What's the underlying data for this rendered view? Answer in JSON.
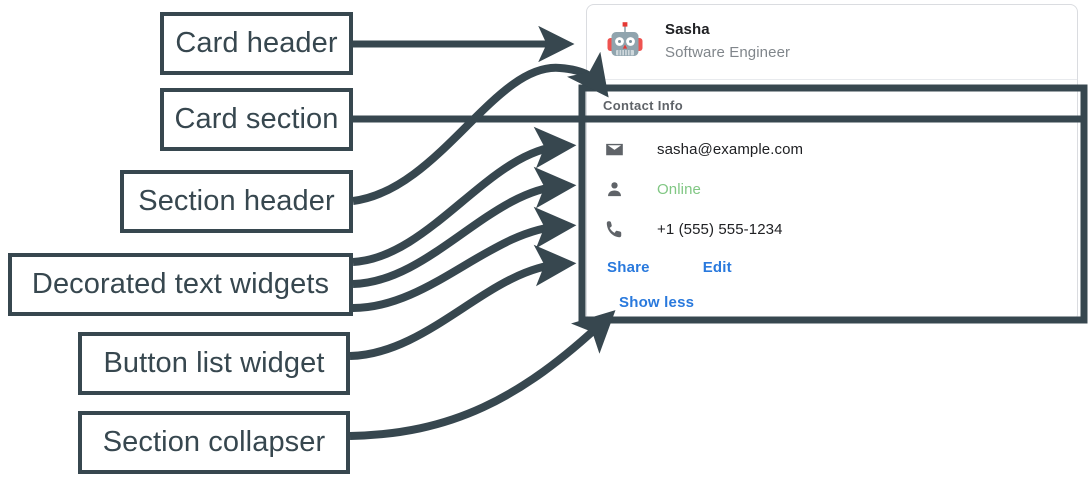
{
  "theme": {
    "annotation_color": "#37474f",
    "link_blue": "#2979dd",
    "status_green": "#81c784",
    "icon_gray": "#5f6368",
    "card_border": "#dadce0",
    "title_text": "#202124",
    "subtitle_text": "#80868b"
  },
  "annotations": [
    {
      "id": "card-header",
      "label": "Card header"
    },
    {
      "id": "card-section",
      "label": "Card section"
    },
    {
      "id": "section-header",
      "label": "Section header"
    },
    {
      "id": "decorated-text",
      "label": "Decorated text widgets"
    },
    {
      "id": "button-list",
      "label": "Button list widget"
    },
    {
      "id": "section-collapser",
      "label": "Section collapser"
    }
  ],
  "card": {
    "header": {
      "avatar_icon": "robot-avatar-icon",
      "title": "Sasha",
      "subtitle": "Software Engineer"
    },
    "section": {
      "header": "Contact Info",
      "rows": [
        {
          "icon": "email-icon",
          "text": "sasha@example.com",
          "status": false
        },
        {
          "icon": "person-icon",
          "text": "Online",
          "status": true
        },
        {
          "icon": "phone-icon",
          "text": "+1 (555) 555-1234",
          "status": false
        }
      ],
      "buttons": [
        {
          "label": "Share"
        },
        {
          "label": "Edit"
        }
      ],
      "collapser": {
        "label": "Show less"
      }
    }
  }
}
